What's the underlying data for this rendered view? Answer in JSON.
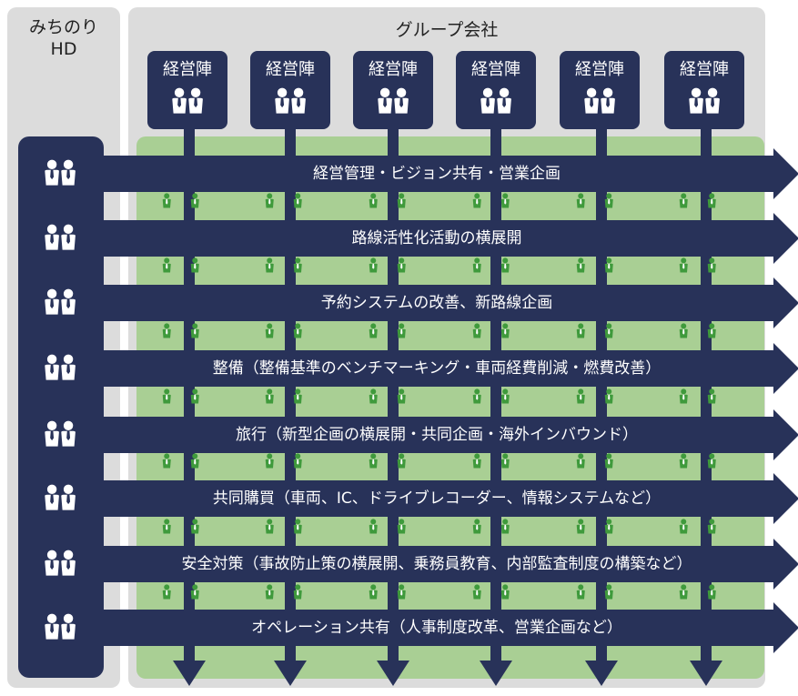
{
  "hd": {
    "label_line1": "みちのり",
    "label_line2": "HD"
  },
  "group": {
    "title": "グループ会社",
    "companies": [
      {
        "label": "経営陣"
      },
      {
        "label": "経営陣"
      },
      {
        "label": "経営陣"
      },
      {
        "label": "経営陣"
      },
      {
        "label": "経営陣"
      },
      {
        "label": "経営陣"
      }
    ]
  },
  "initiatives": [
    {
      "label": "経営管理・ビジョン共有・営業企画"
    },
    {
      "label": "路線活性化活動の横展開"
    },
    {
      "label": "予約システムの改善、新路線企画"
    },
    {
      "label": "整備（整備基準のベンチマーキング・車両経費削減・燃費改善）"
    },
    {
      "label": "旅行（新型企画の横展開・共同企画・海外インバウンド）"
    },
    {
      "label": "共同購買（車両、IC、ドライブレコーダー、情報システムなど）"
    },
    {
      "label": "安全対策（事故防止策の横展開、乗務員教育、内部監査制度の構築など）"
    },
    {
      "label": "オペレーション共有（人事制度改革、営業企画など）"
    }
  ],
  "icons": {
    "executive": "executive-pair-icon",
    "staff": "staff-person-icon"
  },
  "colors": {
    "navy": "#283259",
    "green_area": "#a9cf94",
    "staff_green": "#3f9a3c",
    "panel_gray": "#dcdcdc",
    "text_white": "#ffffff"
  }
}
